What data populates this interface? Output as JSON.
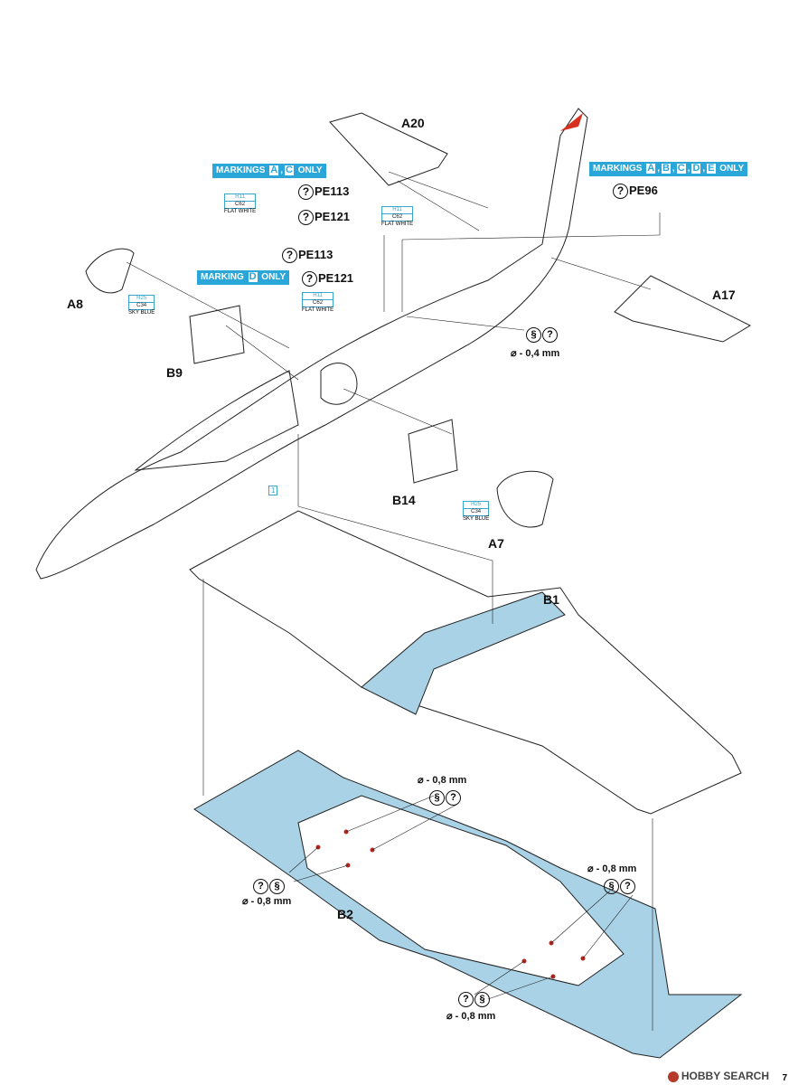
{
  "parts": {
    "a20": "A20",
    "a17": "A17",
    "a8": "A8",
    "b9": "B9",
    "b14": "B14",
    "a7": "A7",
    "b1": "B1",
    "b2": "B2"
  },
  "markings_ac": {
    "prefix": "MARKINGS",
    "letters": [
      "A",
      "C"
    ],
    "suffix": "ONLY",
    "sep": ","
  },
  "markings_all": {
    "prefix": "MARKINGS",
    "letters": [
      "A",
      "B",
      "C",
      "D",
      "E"
    ],
    "suffix": "ONLY",
    "sep": ","
  },
  "marking_d": {
    "prefix": "MARKING",
    "letters": [
      "D"
    ],
    "suffix": "ONLY"
  },
  "pe": {
    "pe113_top": "PE113",
    "pe121_top": "PE121",
    "pe113_mid": "PE113",
    "pe121_mid": "PE121",
    "pe96": "PE96",
    "q": "?"
  },
  "paint": {
    "h11": "H11",
    "c62": "C62",
    "flat_white": "FLAT WHITE",
    "h25": "H25",
    "c34": "C34",
    "sky_blue": "SKY BLUE"
  },
  "dims": {
    "d04": "⌀ - 0,4 mm",
    "d08": "⌀ - 0,8 mm"
  },
  "step_marker": "1",
  "footer": {
    "brand": "HOBBY SEARCH",
    "page": "7"
  },
  "colors": {
    "accent": "#2aa6d8",
    "sky_blue_fill": "#a9d2e6",
    "red_tip": "#d8301f",
    "hole_red": "#b3261e"
  }
}
